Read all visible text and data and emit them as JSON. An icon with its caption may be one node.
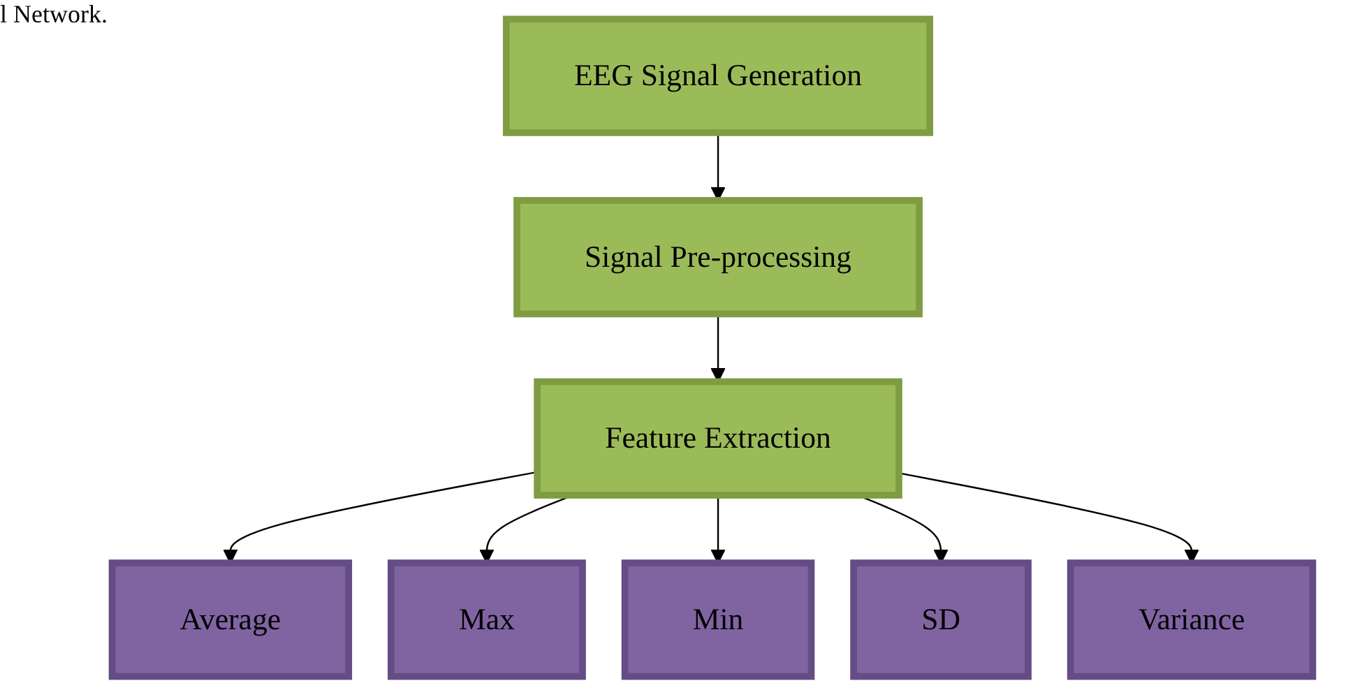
{
  "diagram": {
    "nodes": [
      {
        "text": [
          "EEG Signal Generation"
        ]
      },
      {
        "text": [
          "Signal Pre-processing"
        ]
      },
      {
        "text": [
          "Feature Extraction"
        ]
      },
      {
        "text": [
          "Average"
        ]
      },
      {
        "text": [
          "Max"
        ]
      },
      {
        "text": [
          "Min"
        ]
      },
      {
        "text": [
          "SD"
        ]
      },
      {
        "text": [
          "Variance"
        ]
      }
    ],
    "edges": [
      {
        "from": 0,
        "to": 1,
        "arrow": "to"
      },
      {
        "from": 1,
        "to": 2,
        "arrow": "to"
      },
      {
        "from": 2,
        "to": 3,
        "arrow": "to"
      },
      {
        "from": 2,
        "to": 4,
        "arrow": "to"
      },
      {
        "from": 2,
        "to": 5,
        "arrow": "to"
      },
      {
        "from": 2,
        "to": 6,
        "arrow": "to"
      },
      {
        "from": 2,
        "to": 7,
        "arrow": "to"
      }
    ],
    "labels": [
      "l Network."
    ]
  }
}
